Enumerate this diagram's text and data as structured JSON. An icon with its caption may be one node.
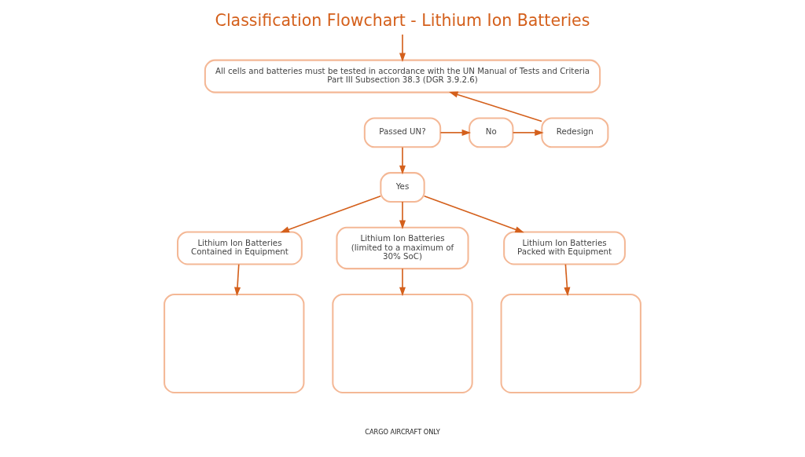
{
  "diagram": {
    "title": "Classification Flowchart - Lithium Ion Batteries",
    "nodes": [
      {
        "text": [
          "All cells and batteries must be tested in accordance with the UN Manual of Tests and Criteria Part III Subsection 38.3 (DGR 3.9.2.6)"
        ]
      },
      {
        "text": [
          "Passed UN?"
        ]
      },
      {
        "text": [
          "No"
        ]
      },
      {
        "text": [
          "Redesign"
        ]
      },
      {
        "text": [
          "Yes"
        ]
      },
      {
        "text": [
          "Lithium Ion Batteries Contained in Equipment"
        ]
      },
      {
        "text": [
          "Lithium Ion Batteries (limited to a maximum of 30% SoC)"
        ]
      },
      {
        "text": [
          "Lithium Ion Batteries Packed with Equipment"
        ]
      },
      {
        "text": [],
        "shape": "box"
      },
      {
        "text": [],
        "shape": "box"
      },
      {
        "text": [],
        "shape": "box"
      }
    ],
    "edges": [
      {
        "from": null,
        "to": 0,
        "arrow": "to"
      },
      {
        "from": 1,
        "to": 2,
        "arrow": "to"
      },
      {
        "from": 2,
        "to": 3,
        "arrow": "to"
      },
      {
        "from": 3,
        "to": 0,
        "arrow": "to"
      },
      {
        "from": 1,
        "to": 4,
        "arrow": "to"
      },
      {
        "from": 4,
        "to": 5,
        "arrow": "to"
      },
      {
        "from": 4,
        "to": 6,
        "arrow": "to"
      },
      {
        "from": 4,
        "to": 7,
        "arrow": "to"
      },
      {
        "from": 5,
        "to": 8,
        "arrow": "to"
      },
      {
        "from": 6,
        "to": 9,
        "arrow": "to"
      },
      {
        "from": 7,
        "to": 10,
        "arrow": "to"
      }
    ],
    "labels": [
      "CARGO AIRCRAFT ONLY"
    ]
  }
}
